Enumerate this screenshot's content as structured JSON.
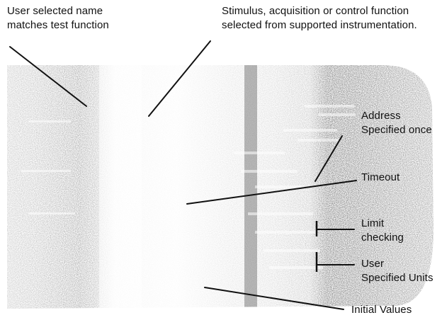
{
  "figure": {
    "annotations": {
      "test_name": {
        "line1": "User selected name",
        "line2": "matches test function"
      },
      "function": {
        "line1": "Stimulus, acquisition or control function",
        "line2": "selected from supported instrumentation."
      },
      "address": {
        "line1": "Address",
        "line2": "Specified once"
      },
      "timeout": {
        "line1": "Timeout"
      },
      "limit": {
        "line1": "Limit",
        "line2": "checking"
      },
      "units": {
        "line1": "User",
        "line2": "Specified Units"
      },
      "initial": {
        "line1": "Initial Values"
      }
    },
    "colors": {
      "ink": "#111111",
      "screen_light": "#d6d6d6",
      "screen_dark": "#6a6a6a",
      "background": "#ffffff"
    }
  }
}
